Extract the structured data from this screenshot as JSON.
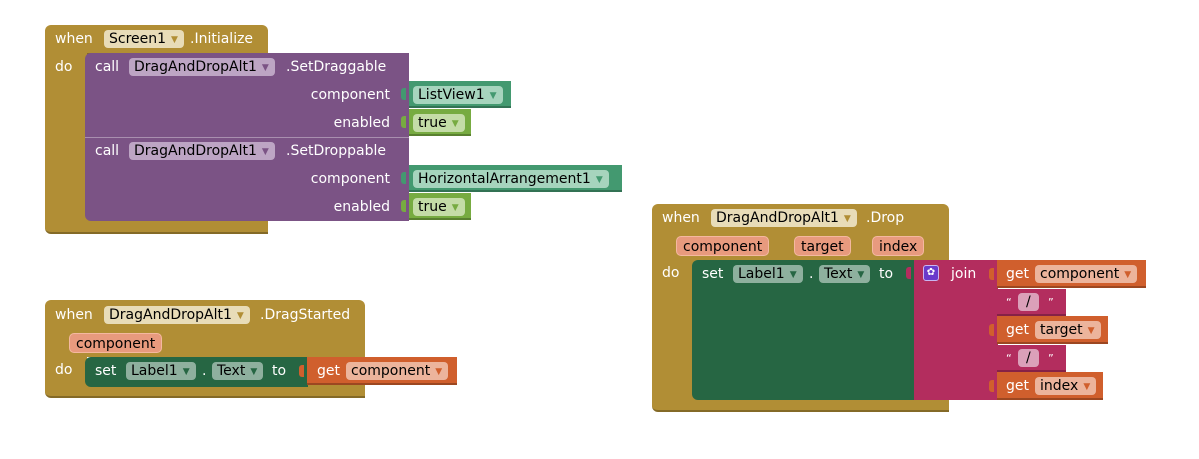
{
  "blocks": {
    "initialize": {
      "when": "when",
      "component": "Screen1",
      "event": ".Initialize",
      "do": "do",
      "calls": [
        {
          "call": "call",
          "component": "DragAndDropAlt1",
          "method": ".SetDraggable",
          "args": [
            {
              "name": "component",
              "value": "ListView1"
            },
            {
              "name": "enabled",
              "value": "true"
            }
          ]
        },
        {
          "call": "call",
          "component": "DragAndDropAlt1",
          "method": ".SetDroppable",
          "args": [
            {
              "name": "component",
              "value": "HorizontalArrangement1"
            },
            {
              "name": "enabled",
              "value": "true"
            }
          ]
        }
      ]
    },
    "drag_started": {
      "when": "when",
      "component": "DragAndDropAlt1",
      "event": ".DragStarted",
      "params": [
        "component"
      ],
      "do": "do",
      "set": {
        "set": "set",
        "component": "Label1",
        "dot": ".",
        "property": "Text",
        "to": "to",
        "get": "get",
        "variable": "component"
      }
    },
    "drop": {
      "when": "when",
      "component": "DragAndDropAlt1",
      "event": ".Drop",
      "params": [
        "component",
        "target",
        "index"
      ],
      "do": "do",
      "set": {
        "set": "set",
        "component": "Label1",
        "dot": ".",
        "property": "Text",
        "to": "to"
      },
      "join": {
        "label": "join",
        "icon": "gear-icon",
        "items": [
          {
            "type": "get",
            "get": "get",
            "variable": "component"
          },
          {
            "type": "text",
            "open_quote": "“",
            "value": "/",
            "close_quote": "”"
          },
          {
            "type": "get",
            "get": "get",
            "variable": "target"
          },
          {
            "type": "text",
            "open_quote": "“",
            "value": "/",
            "close_quote": "”"
          },
          {
            "type": "get",
            "get": "get",
            "variable": "index"
          }
        ]
      }
    }
  },
  "colors": {
    "event": "#b18e35",
    "component_method": "#7b5385",
    "component_value": "#439970",
    "logic": "#77ab41",
    "setter": "#266643",
    "variable_get": "#d05f2d",
    "text": "#b32d5e"
  }
}
